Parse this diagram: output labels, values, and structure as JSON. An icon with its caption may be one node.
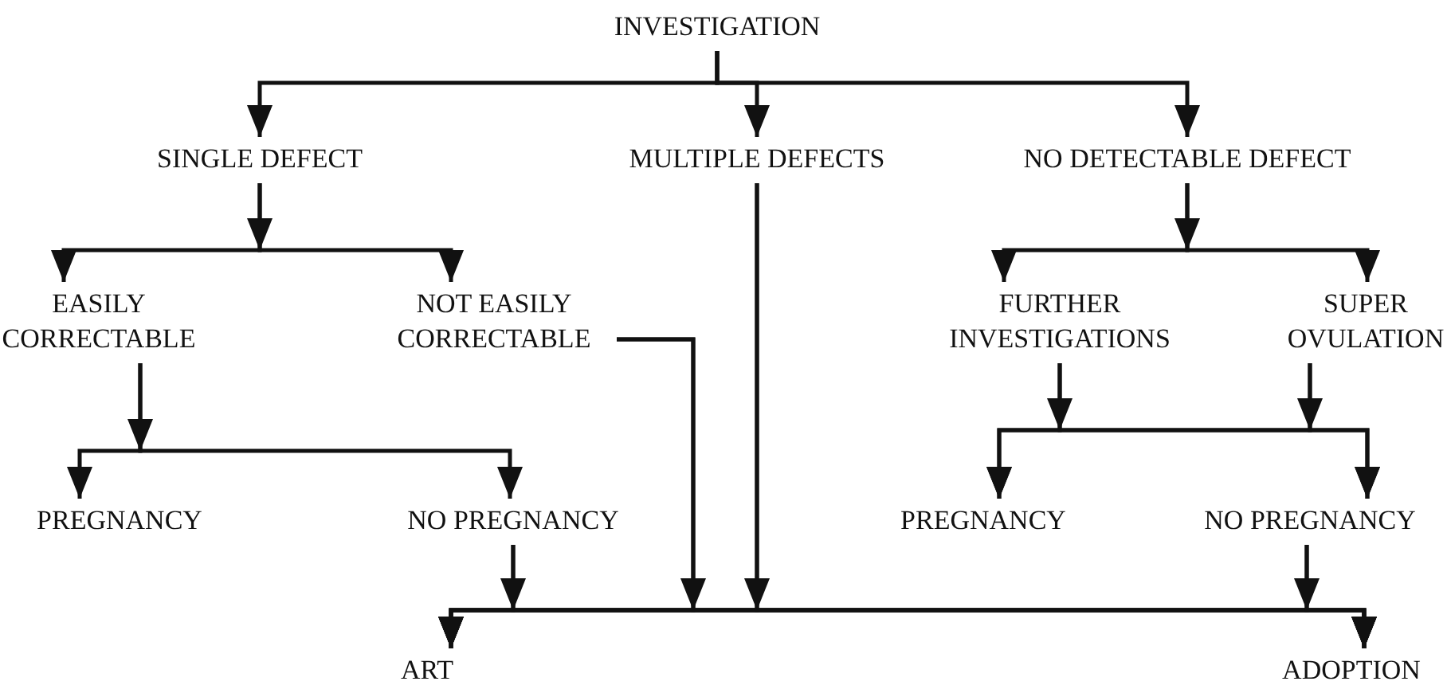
{
  "diagram": {
    "nodes": [
      {
        "text": [
          "INVESTIGATION"
        ]
      },
      {
        "text": [
          "SINGLE DEFECT"
        ]
      },
      {
        "text": [
          "MULTIPLE DEFECTS"
        ]
      },
      {
        "text": [
          "NO DETECTABLE DEFECT"
        ]
      },
      {
        "text": [
          "EASILY CORRECTABLE"
        ]
      },
      {
        "text": [
          "NOT EASILY CORRECTABLE"
        ]
      },
      {
        "text": [
          "FURTHER INVESTIGATIONS"
        ]
      },
      {
        "text": [
          "SUPER OVULATION"
        ]
      },
      {
        "text": [
          "PREGNANCY"
        ]
      },
      {
        "text": [
          "NO PREGNANCY"
        ]
      },
      {
        "text": [
          "PREGNANCY"
        ]
      },
      {
        "text": [
          "NO PREGNANCY"
        ]
      },
      {
        "text": [
          "ART"
        ]
      },
      {
        "text": [
          "ADOPTION"
        ]
      }
    ],
    "edges": [
      {
        "from": 0,
        "to": 1,
        "arrow": "to"
      },
      {
        "from": 0,
        "to": 2,
        "arrow": "to"
      },
      {
        "from": 0,
        "to": 3,
        "arrow": "to"
      },
      {
        "from": 1,
        "to": 4,
        "arrow": "to"
      },
      {
        "from": 1,
        "to": 5,
        "arrow": "to"
      },
      {
        "from": 3,
        "to": 6,
        "arrow": "to"
      },
      {
        "from": 3,
        "to": 7,
        "arrow": "to"
      },
      {
        "from": 4,
        "to": 8,
        "arrow": "to"
      },
      {
        "from": 4,
        "to": 9,
        "arrow": "to"
      },
      {
        "from": 6,
        "to": 10,
        "arrow": "to"
      },
      {
        "from": 6,
        "to": 11,
        "arrow": "to"
      },
      {
        "from": 7,
        "to": 10,
        "arrow": "to"
      },
      {
        "from": 7,
        "to": 11,
        "arrow": "to"
      },
      {
        "from": 9,
        "to": 12,
        "arrow": "to"
      },
      {
        "from": 9,
        "to": 13,
        "arrow": "to"
      },
      {
        "from": 5,
        "to": 12,
        "arrow": "to"
      },
      {
        "from": 5,
        "to": 13,
        "arrow": "to"
      },
      {
        "from": 2,
        "to": 12,
        "arrow": "to"
      },
      {
        "from": 2,
        "to": 13,
        "arrow": "to"
      },
      {
        "from": 11,
        "to": 12,
        "arrow": "to"
      },
      {
        "from": 11,
        "to": 13,
        "arrow": "to"
      }
    ]
  }
}
